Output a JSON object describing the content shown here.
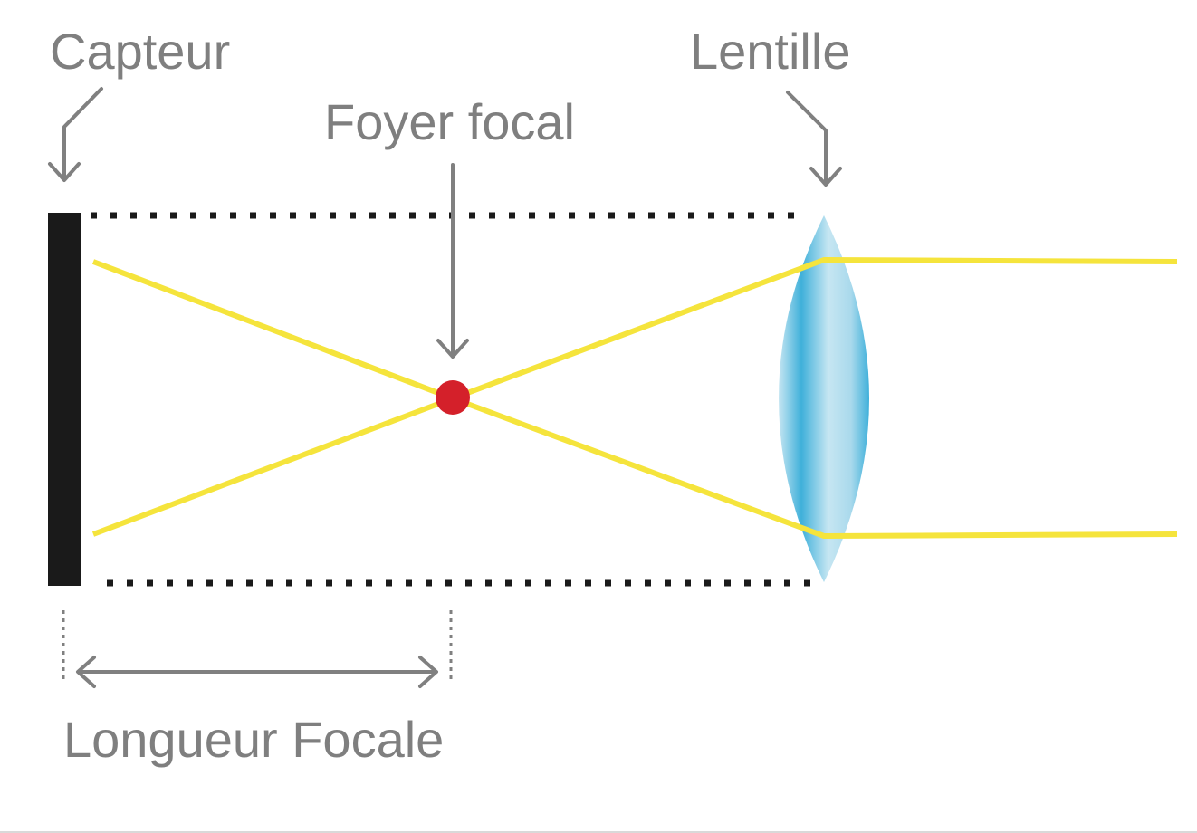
{
  "labels": {
    "sensor": "Capteur",
    "lens": "Lentille",
    "focal_point": "Foyer focal",
    "focal_length": "Longueur Focale"
  },
  "colors": {
    "text": "#7f7f7f",
    "sensor": "#1a1a1a",
    "ray": "#f5e43c",
    "focal_point": "#d4202a",
    "lens_light": "#c6e6f2",
    "lens_dark": "#3fb0da",
    "dotted_line": "#1a1a1a",
    "arrow": "#808080"
  },
  "icons": {
    "sensor_pointer": "curved-arrow-down-icon",
    "lens_pointer": "curved-arrow-down-icon",
    "focal_pointer": "arrow-down-icon",
    "focal_length_measure": "double-headed-arrow-icon"
  }
}
